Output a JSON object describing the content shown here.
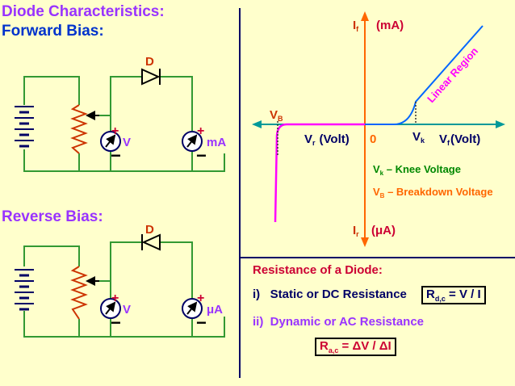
{
  "title": {
    "line1": "Diode Characteristics:",
    "line2": "Forward Bias:",
    "reverse": "Reverse Bias:"
  },
  "forward_circuit": {
    "diode_label": "D",
    "voltmeter_label": "V",
    "ammeter_label": "mA",
    "plus": "+",
    "minus": "−"
  },
  "reverse_circuit": {
    "diode_label": "D",
    "voltmeter_label": "V",
    "ammeter_label": "μA",
    "plus": "+",
    "minus": "−"
  },
  "graph": {
    "if_main": "I",
    "if_sub": "f",
    "if_unit": "(mA)",
    "ir_main": "I",
    "ir_sub": "r",
    "ir_unit": "(μA)",
    "vr_main": "V",
    "vr_sub": "r",
    "vr_unit": "(Volt)",
    "vf_main": "V",
    "vf_sub": "f",
    "vf_unit": "(Volt)",
    "origin": "0",
    "vk_main": "V",
    "vk_sub": "k",
    "vb_main": "V",
    "vb_sub": "B",
    "linear_region": "Linear Region",
    "legend_knee_main": "V",
    "legend_knee_sub": "k",
    "legend_knee_text": " – Knee Voltage",
    "legend_breakdown_main": "V",
    "legend_breakdown_sub": "B",
    "legend_breakdown_text": " – Breakdown Voltage"
  },
  "resistance": {
    "heading": "Resistance of a Diode:",
    "static_label": "i)   Static or DC Resistance",
    "static_r": "R",
    "static_sub": "d,c",
    "static_formula": " = V / I",
    "dynamic_label": "ii)  Dynamic or AC Resistance",
    "dynamic_r": "R",
    "dynamic_sub": "a,c",
    "dynamic_formula": " = ΔV / ΔI"
  },
  "colors": {
    "background": "#FFFFCC",
    "title_purple": "#9933FF",
    "title_blue": "#0033CC",
    "wire_green": "#339933",
    "resistor_red": "#CC3300",
    "axis_orange": "#FF6600",
    "axis_teal": "#009999",
    "curve_blue": "#0066FF",
    "curve_magenta": "#FF00FF",
    "dark_navy": "#000066",
    "legend_green": "#008800",
    "panel_red": "#CC0033"
  }
}
